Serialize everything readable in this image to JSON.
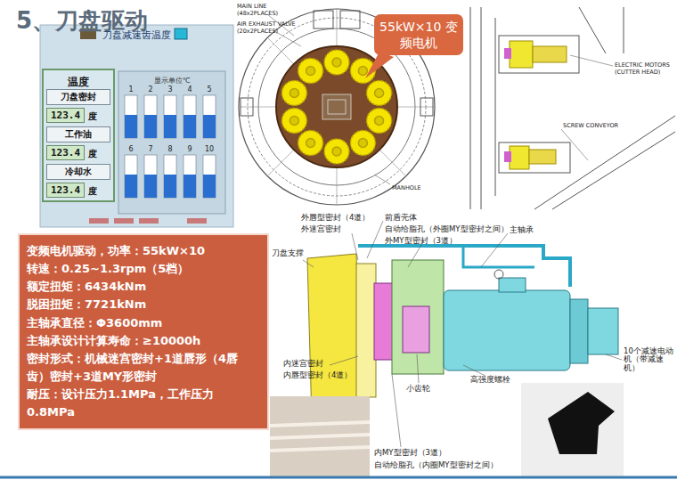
{
  "diagram": {
    "title": "5、刀盘驱动",
    "nodes": [
      {
        "text": [
          "刀盘减速齿温度"
        ]
      },
      {
        "text": [
          "温度"
        ],
        "in": 0
      },
      {
        "text": [
          "刀盘密封",
          "123.4",
          "度"
        ],
        "in": 1
      },
      {
        "text": [
          "工作油",
          "123.4",
          "度"
        ],
        "in": 1
      },
      {
        "text": [
          "冷却水",
          "123.4",
          "度"
        ],
        "in": 1
      },
      {
        "text": [
          "显示单位℃"
        ],
        "in": 0
      },
      {
        "text": [
          "55kW×10 变频电机"
        ]
      },
      {
        "text": [
          "变频电机驱动，功率：55kW×10",
          "转速：0.25~1.3rpm（5档）",
          "额定扭矩：6434kNm",
          "脱困扭矩：7721kNm",
          "主轴承直径：Φ3600mm",
          "主轴承设计计算寿命：≥10000h",
          "密封形式：机械迷宫密封+1道唇形（4唇齿）密封+3道MY形密封",
          "耐压：设计压力1.1MPa，工作压力0.8MPa"
        ]
      }
    ],
    "edges": [],
    "labels": [
      "MAIN LINE",
      "(48x2PLACES)",
      "AIR EXHAUST VALVE",
      "(20x2PLACES)",
      "MANHOLE",
      "ELECTRIC MOTORS",
      "(CUTTER HEAD)",
      "SCREW CONVEYOR",
      "外唇型密封（4道）",
      "外迷宫密封",
      "前盾壳体",
      "自动给脂孔（外圈MY型密封之间）",
      "外MY型密封（3道）",
      "主轴承",
      "刀盘支撑",
      "内迷宫密封",
      "内唇型密封（4道）",
      "小齿轮",
      "高强度螺栓",
      "内MY型密封（3道）",
      "自动给脂孔（内圈MY型密封之间）",
      "10个减速电动机（带减速机）",
      "1",
      "2",
      "3",
      "4",
      "5",
      "6",
      "7",
      "8",
      "9",
      "10"
    ]
  }
}
